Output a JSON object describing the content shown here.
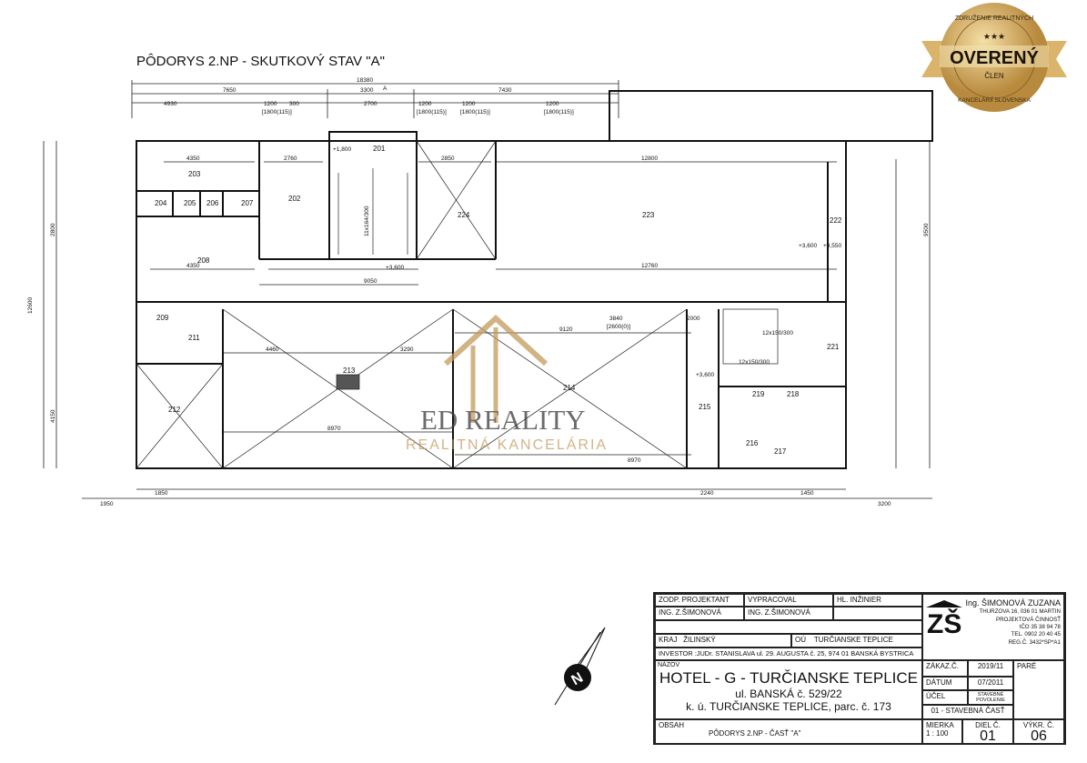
{
  "drawing_title": "PÔDORYS 2.NP - SKUTKOVÝ STAV \"A\"",
  "section_marker": "A",
  "dimensions": {
    "top_total": "18380",
    "top_left": "7650",
    "top_mid": "3300",
    "top_right": "7430",
    "top_seg1": "4930",
    "top_seg2": "2700",
    "window_w": "1200",
    "window_spec": "[1800(115)]",
    "pier": "300",
    "left_total": "12600",
    "left_a": "2800",
    "left_b": "4150",
    "right_total": "9500",
    "bottom_left": "1950",
    "bottom_right": "3200",
    "bottom_seg1": "1850",
    "bottom_seg2": "2240",
    "bottom_seg3": "1450",
    "inner_4350": "4350",
    "inner_2760": "2760",
    "inner_2850": "2850",
    "inner_12800": "12800",
    "inner_9050": "9050",
    "inner_12760": "12760",
    "inner_9120": "9120",
    "inner_4460": "4460",
    "inner_3290": "3290",
    "inner_8970a": "8970",
    "inner_8970b": "8970",
    "inner_3840": "3840",
    "inner_2600": "[2600(0)]",
    "inner_2000": "2000",
    "level_a": "+1,800",
    "level_b": "+3,600",
    "level_c": "+3,550",
    "stairs_a": "11x164/300",
    "stairs_b": "12x150/300"
  },
  "rooms": [
    "201",
    "202",
    "203",
    "204",
    "205",
    "206",
    "207",
    "208",
    "209",
    "211",
    "212",
    "213",
    "214",
    "215",
    "216",
    "217",
    "218",
    "219",
    "221",
    "222",
    "223",
    "224"
  ],
  "watermark": {
    "brand": "ED REALITY",
    "sub": "REALITNÁ KANCELÁRIA"
  },
  "badge": {
    "top": "ZDRUŽENIE REALITNÝCH",
    "main": "OVERENÝ",
    "member": "ČLEN",
    "bottom": "KANCELÁRIÍ SLOVENSKA"
  },
  "north_label": "N",
  "title_block": {
    "zodp_label": "ZODP. PROJEKTANT",
    "zodp_value": "ING. Z.ŠIMONOVÁ",
    "vyprac_label": "VYPRACOVAL",
    "vyprac_value": "ING. Z.ŠIMONOVÁ",
    "hl_label": "HL. INŽINIER",
    "kraj_label": "KRAJ",
    "kraj_value": "ŽILINSKÝ",
    "ou_label": "OÚ",
    "ou_value": "TURČIANSKE TEPLICE",
    "investor": "INVESTOR :JUDr. STANISLAVA ul. 29. AUGUSTA č. 25, 974 01 BANSKÁ BYSTRICA",
    "nazov_label": "NÁZOV",
    "nazov_1": "HOTEL - G - TURČIANSKE TEPLICE",
    "nazov_2": "ul. BANSKÁ č. 529/22",
    "nazov_3": "k. ú.  TURČIANSKE TEPLICE, parc. č. 173",
    "firm_logo": "ZŠ",
    "firm_name": "Ing. ŠIMONOVÁ ZUZANA",
    "firm_addr": "THURZOVA 16, 036 01 MARTIN",
    "firm_activity": "PROJEKTOVÁ ČINNOSŤ",
    "firm_ico": "IČO 35 38 94 78",
    "firm_tel": "TEL. 0902 20 40 45",
    "firm_reg": "REG.Č. 3432*SP*A1",
    "zakaz_label": "ZÁKAZ.Č.",
    "zakaz_value": "2019/11",
    "pare_label": "PARÉ",
    "datum_label": "DÁTUM",
    "datum_value": "07/2011",
    "ucel_label": "ÚČEL",
    "ucel_value": "STAVEBNÉ POVOLENIE",
    "cast": "01 - STAVEBNÁ ČASŤ",
    "obsah_label": "OBSAH",
    "obsah_value": "PÔDORYS 2.NP - ČASŤ \"A\"",
    "mierka_label": "MIERKA",
    "mierka_value": "1 : 100",
    "diel_label": "DIEL Č.",
    "diel_value": "01",
    "vykr_label": "VÝKR. Č.",
    "vykr_value": "06"
  }
}
